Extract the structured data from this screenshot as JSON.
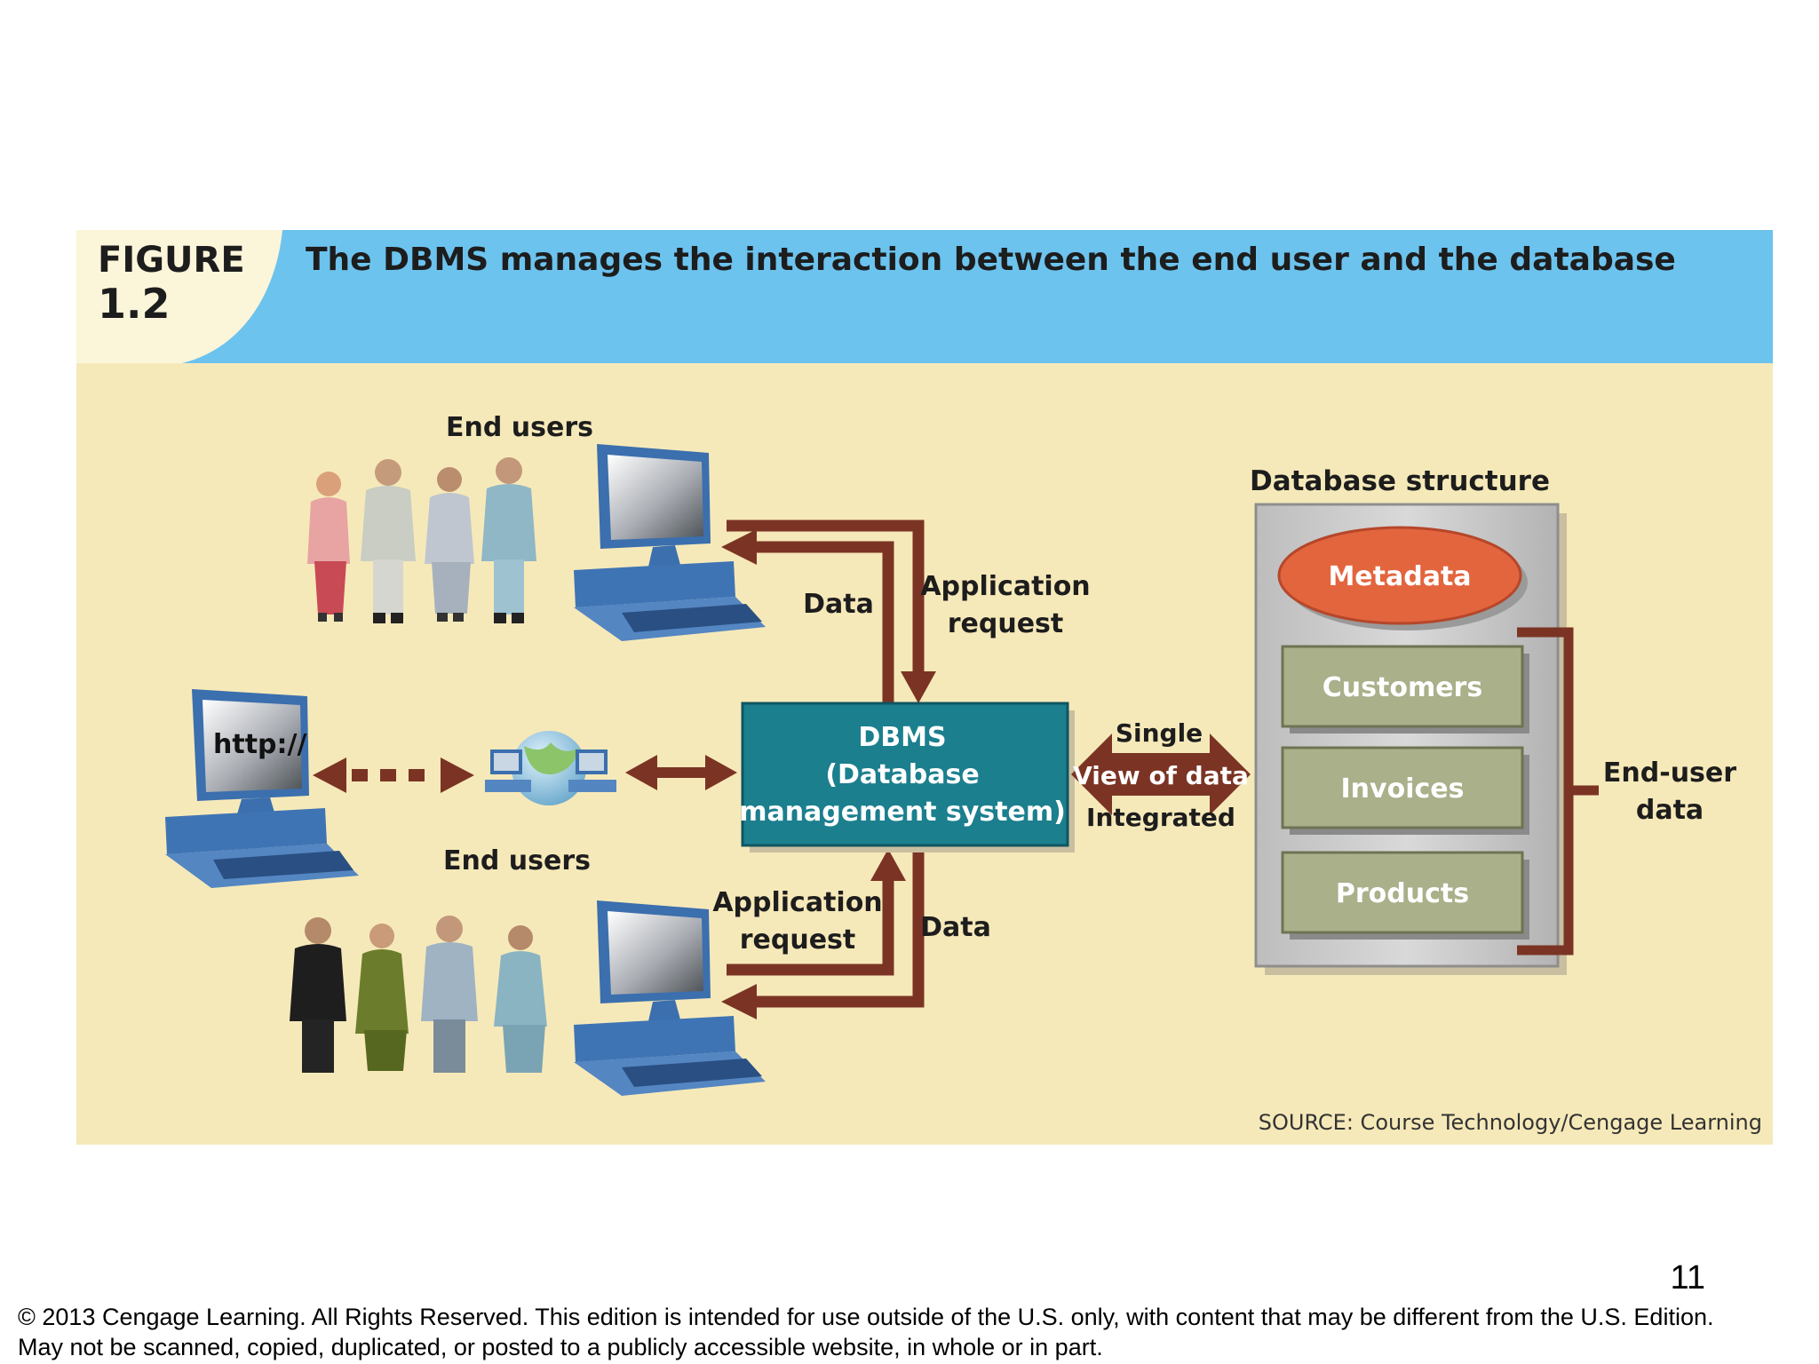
{
  "figure": {
    "label": "FIGURE",
    "number": "1.2",
    "title": "The DBMS manages the interaction between the end user and the database",
    "source": "SOURCE: Course Technology/Cengage Learning"
  },
  "left": {
    "end_users_top": "End users",
    "end_users_middle": "End users",
    "http_screen": "http://"
  },
  "arrows": {
    "data_top": "Data",
    "app_request_top_1": "Application",
    "app_request_top_2": "request",
    "app_request_bottom_1": "Application",
    "app_request_bottom_2": "request",
    "data_bottom": "Data",
    "single": "Single",
    "view_of_data": "View of data",
    "integrated": "Integrated"
  },
  "dbms": {
    "line1": "DBMS",
    "line2": "(Database",
    "line3": "management system)"
  },
  "database": {
    "heading": "Database structure",
    "metadata": "Metadata",
    "tables": [
      "Customers",
      "Invoices",
      "Products"
    ],
    "end_user_data_1": "End-user",
    "end_user_data_2": "data"
  },
  "slide": {
    "page_number": "11",
    "copyright_line1": "© 2013 Cengage Learning. All Rights Reserved. This edition is intended for use outside of the U.S. only, with content that may be different from the U.S. Edition.",
    "copyright_line2": "May not be scanned, copied, duplicated, or posted to a publicly accessible website, in whole or in part."
  },
  "colors": {
    "header_blue": "#6cc3ee",
    "panel_cream": "#f6e9b9",
    "arrow_brown": "#7b3424",
    "dbms_teal": "#1b7f8e",
    "metadata_orange": "#e3653e",
    "table_olive": "#a9b08a"
  }
}
